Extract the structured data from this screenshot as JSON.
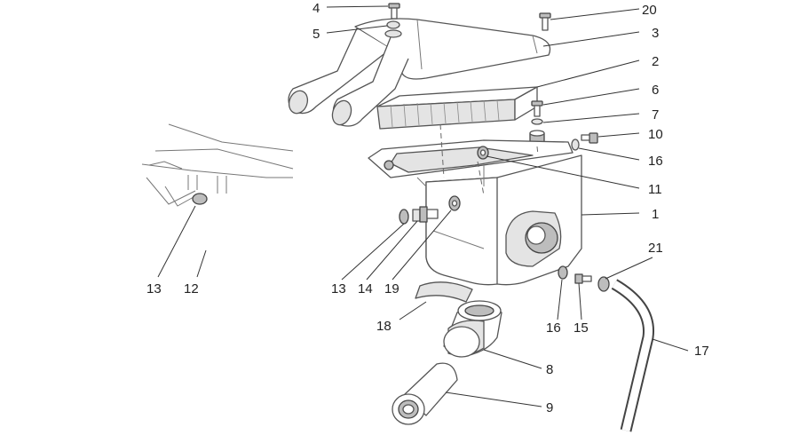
{
  "diagram": {
    "parts": [
      {
        "id": "p4",
        "label": "4"
      },
      {
        "id": "p20",
        "label": "20"
      },
      {
        "id": "p5",
        "label": "5"
      },
      {
        "id": "p3",
        "label": "3"
      },
      {
        "id": "p2",
        "label": "2"
      },
      {
        "id": "p6",
        "label": "6"
      },
      {
        "id": "p7",
        "label": "7"
      },
      {
        "id": "p10",
        "label": "10"
      },
      {
        "id": "p16a",
        "label": "16"
      },
      {
        "id": "p11",
        "label": "11"
      },
      {
        "id": "p1",
        "label": "1"
      },
      {
        "id": "p21",
        "label": "21"
      },
      {
        "id": "p17",
        "label": "17"
      },
      {
        "id": "p13a",
        "label": "13"
      },
      {
        "id": "p12",
        "label": "12"
      },
      {
        "id": "p13b",
        "label": "13"
      },
      {
        "id": "p14",
        "label": "14"
      },
      {
        "id": "p19",
        "label": "19"
      },
      {
        "id": "p18",
        "label": "18"
      },
      {
        "id": "p16b",
        "label": "16"
      },
      {
        "id": "p15",
        "label": "15"
      },
      {
        "id": "p8",
        "label": "8"
      },
      {
        "id": "p9",
        "label": "9"
      }
    ]
  }
}
